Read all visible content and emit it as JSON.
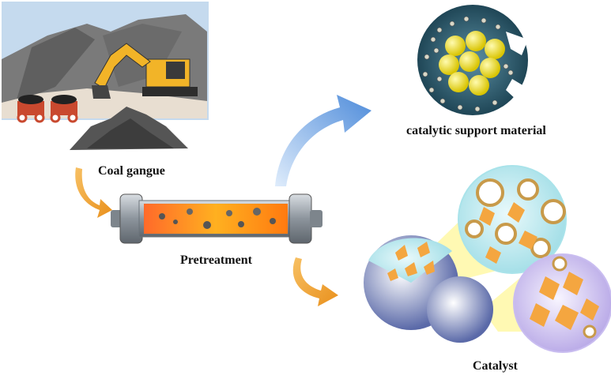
{
  "labels": {
    "coal_gangue": "Coal gangue",
    "pretreatment": "Pretreatment",
    "support_material": "catalytic support material",
    "catalyst": "Catalyst"
  },
  "colors": {
    "sky": "#bcd3ea",
    "mountain": "#6e6e6e",
    "excavator": "#f0b428",
    "flow_arrow": "#f0a030",
    "blue_arrow": "#4a90e2",
    "support_sphere": "#2f5f73",
    "pore_yellow": "#f2e23a",
    "octahedron": "#f4a640",
    "cylinder_metal": "#9aa3ad",
    "cylinder_fire": "#ff8a20"
  }
}
